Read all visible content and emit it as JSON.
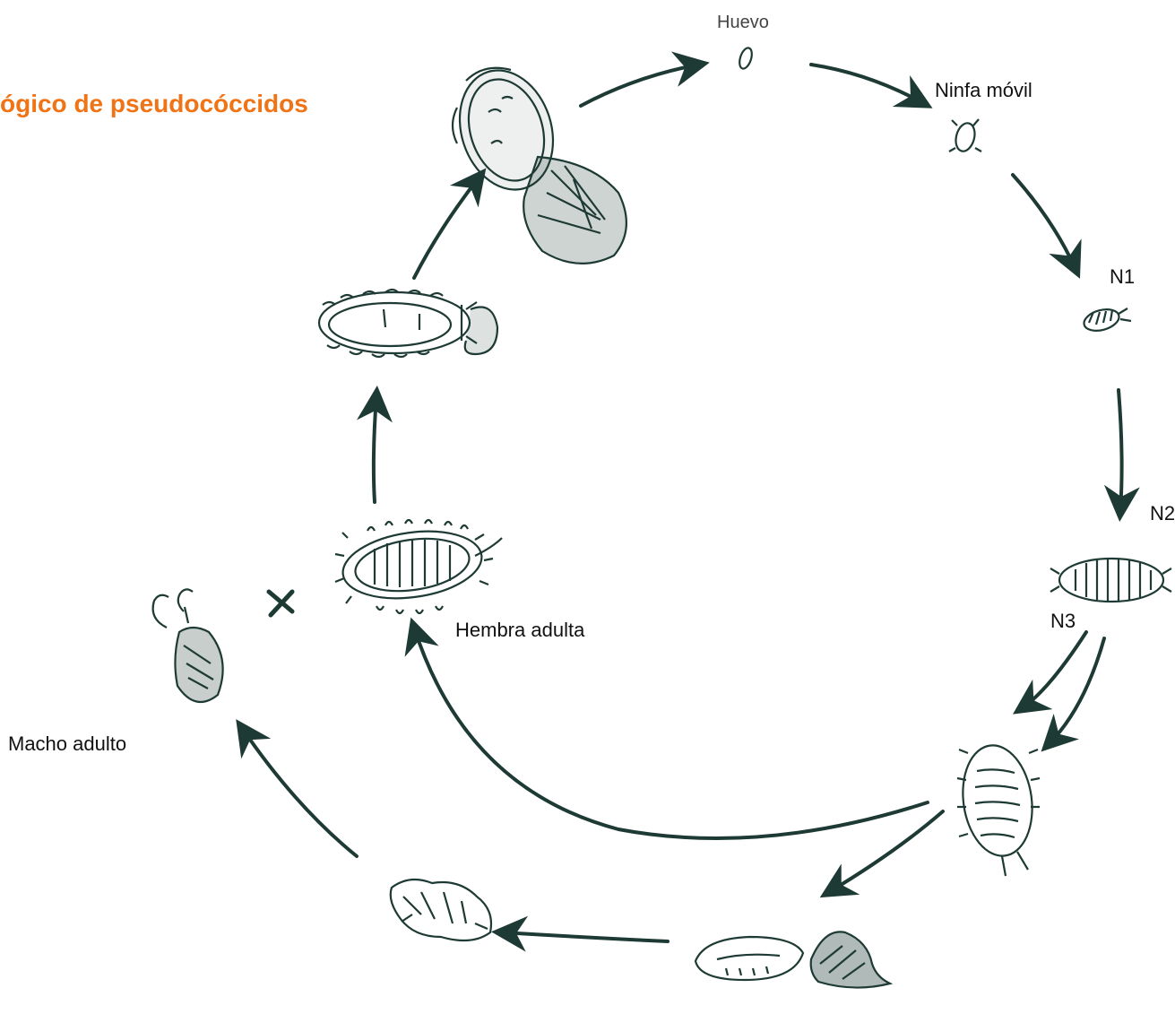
{
  "title": "Ciclo biológico de pseudocóccidos",
  "stages": {
    "huevo": "Huevo",
    "ninfa_movil": "Ninfa móvil",
    "n1": "N1",
    "n2": "N2",
    "n3": "N3",
    "hembra_adulta": "Hembra adulta",
    "macho_adulto": "Macho adulto"
  },
  "colors": {
    "title": "#f07316",
    "ink": "#1e3a34",
    "text": "#111111"
  }
}
